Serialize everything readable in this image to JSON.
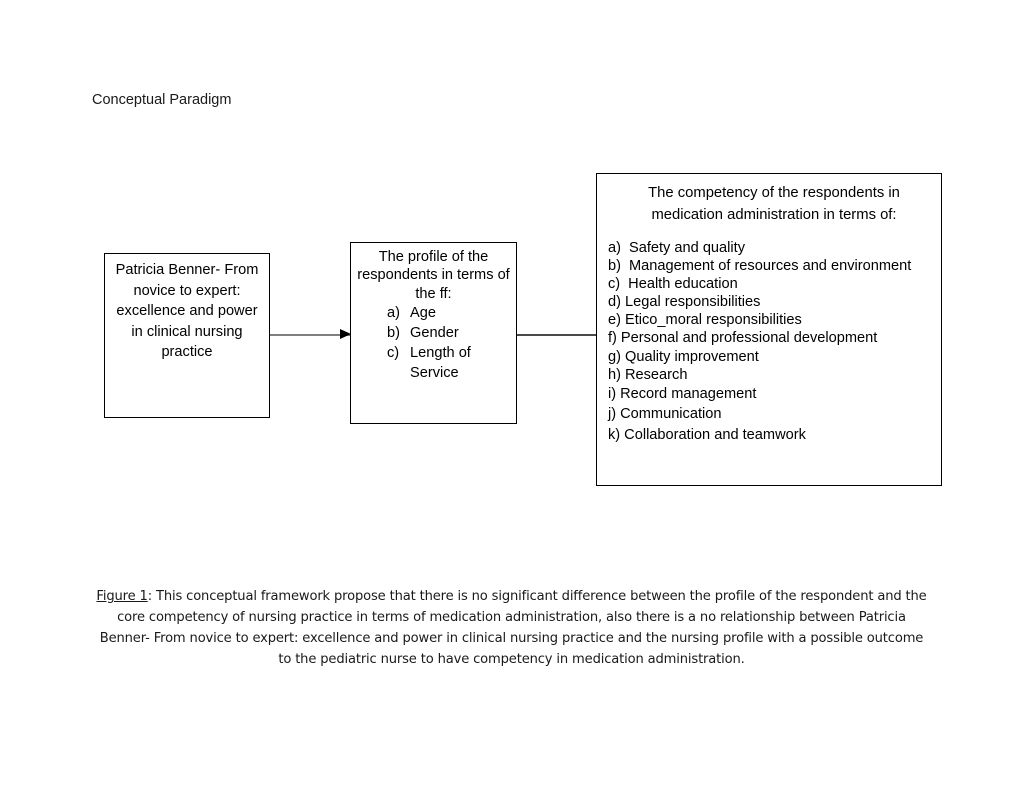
{
  "page": {
    "title": "Conceptual Paradigm"
  },
  "diagram": {
    "left_box": {
      "text": "Patricia Benner- From novice to expert: excellence and power in clinical nursing practice"
    },
    "middle_box": {
      "heading": "The profile of the respondents in terms of the ff:",
      "items": [
        {
          "marker": "a)",
          "label": "Age"
        },
        {
          "marker": "b)",
          "label": "Gender"
        },
        {
          "marker": "c)",
          "label": "Length of Service"
        }
      ]
    },
    "right_box": {
      "heading": "The competency of the respondents in medication administration in terms of:",
      "items": [
        {
          "marker": "a)",
          "label": "Safety and quality"
        },
        {
          "marker": "b)",
          "label": "Management of resources and environment"
        },
        {
          "marker": "c)",
          "label": "Health education"
        },
        {
          "marker": "d)",
          "label": "Legal responsibilities"
        },
        {
          "marker": "e)",
          "label": "Etico_moral responsibilities"
        },
        {
          "marker": "f)",
          "label": "Personal and professional development"
        },
        {
          "marker": "g)",
          "label": "Quality improvement"
        },
        {
          "marker": "h)",
          "label": "Research"
        },
        {
          "marker": "i)",
          "label": "Record management"
        },
        {
          "marker": "j)",
          "label": "Communication"
        },
        {
          "marker": "k)",
          "label": "Collaboration and teamwork"
        }
      ]
    },
    "connectors": {
      "left_to_middle": "arrow-line",
      "middle_to_right": "plain-line"
    }
  },
  "caption": {
    "label": "Figure 1",
    "body": ": This conceptual framework propose that there is no significant difference between the profile of the respondent and the core competency of nursing practice in terms of medication administration, also there is a no relationship between Patricia Benner- From novice to expert: excellence and power in clinical nursing practice and the nursing profile with a possible outcome to the pediatric nurse to have competency in medication administration."
  },
  "colors": {
    "text": "#1a1a1a",
    "border": "#000000",
    "arrow_line": "#7f7f7f",
    "connector_line": "#4a4a4a",
    "background": "#ffffff"
  }
}
